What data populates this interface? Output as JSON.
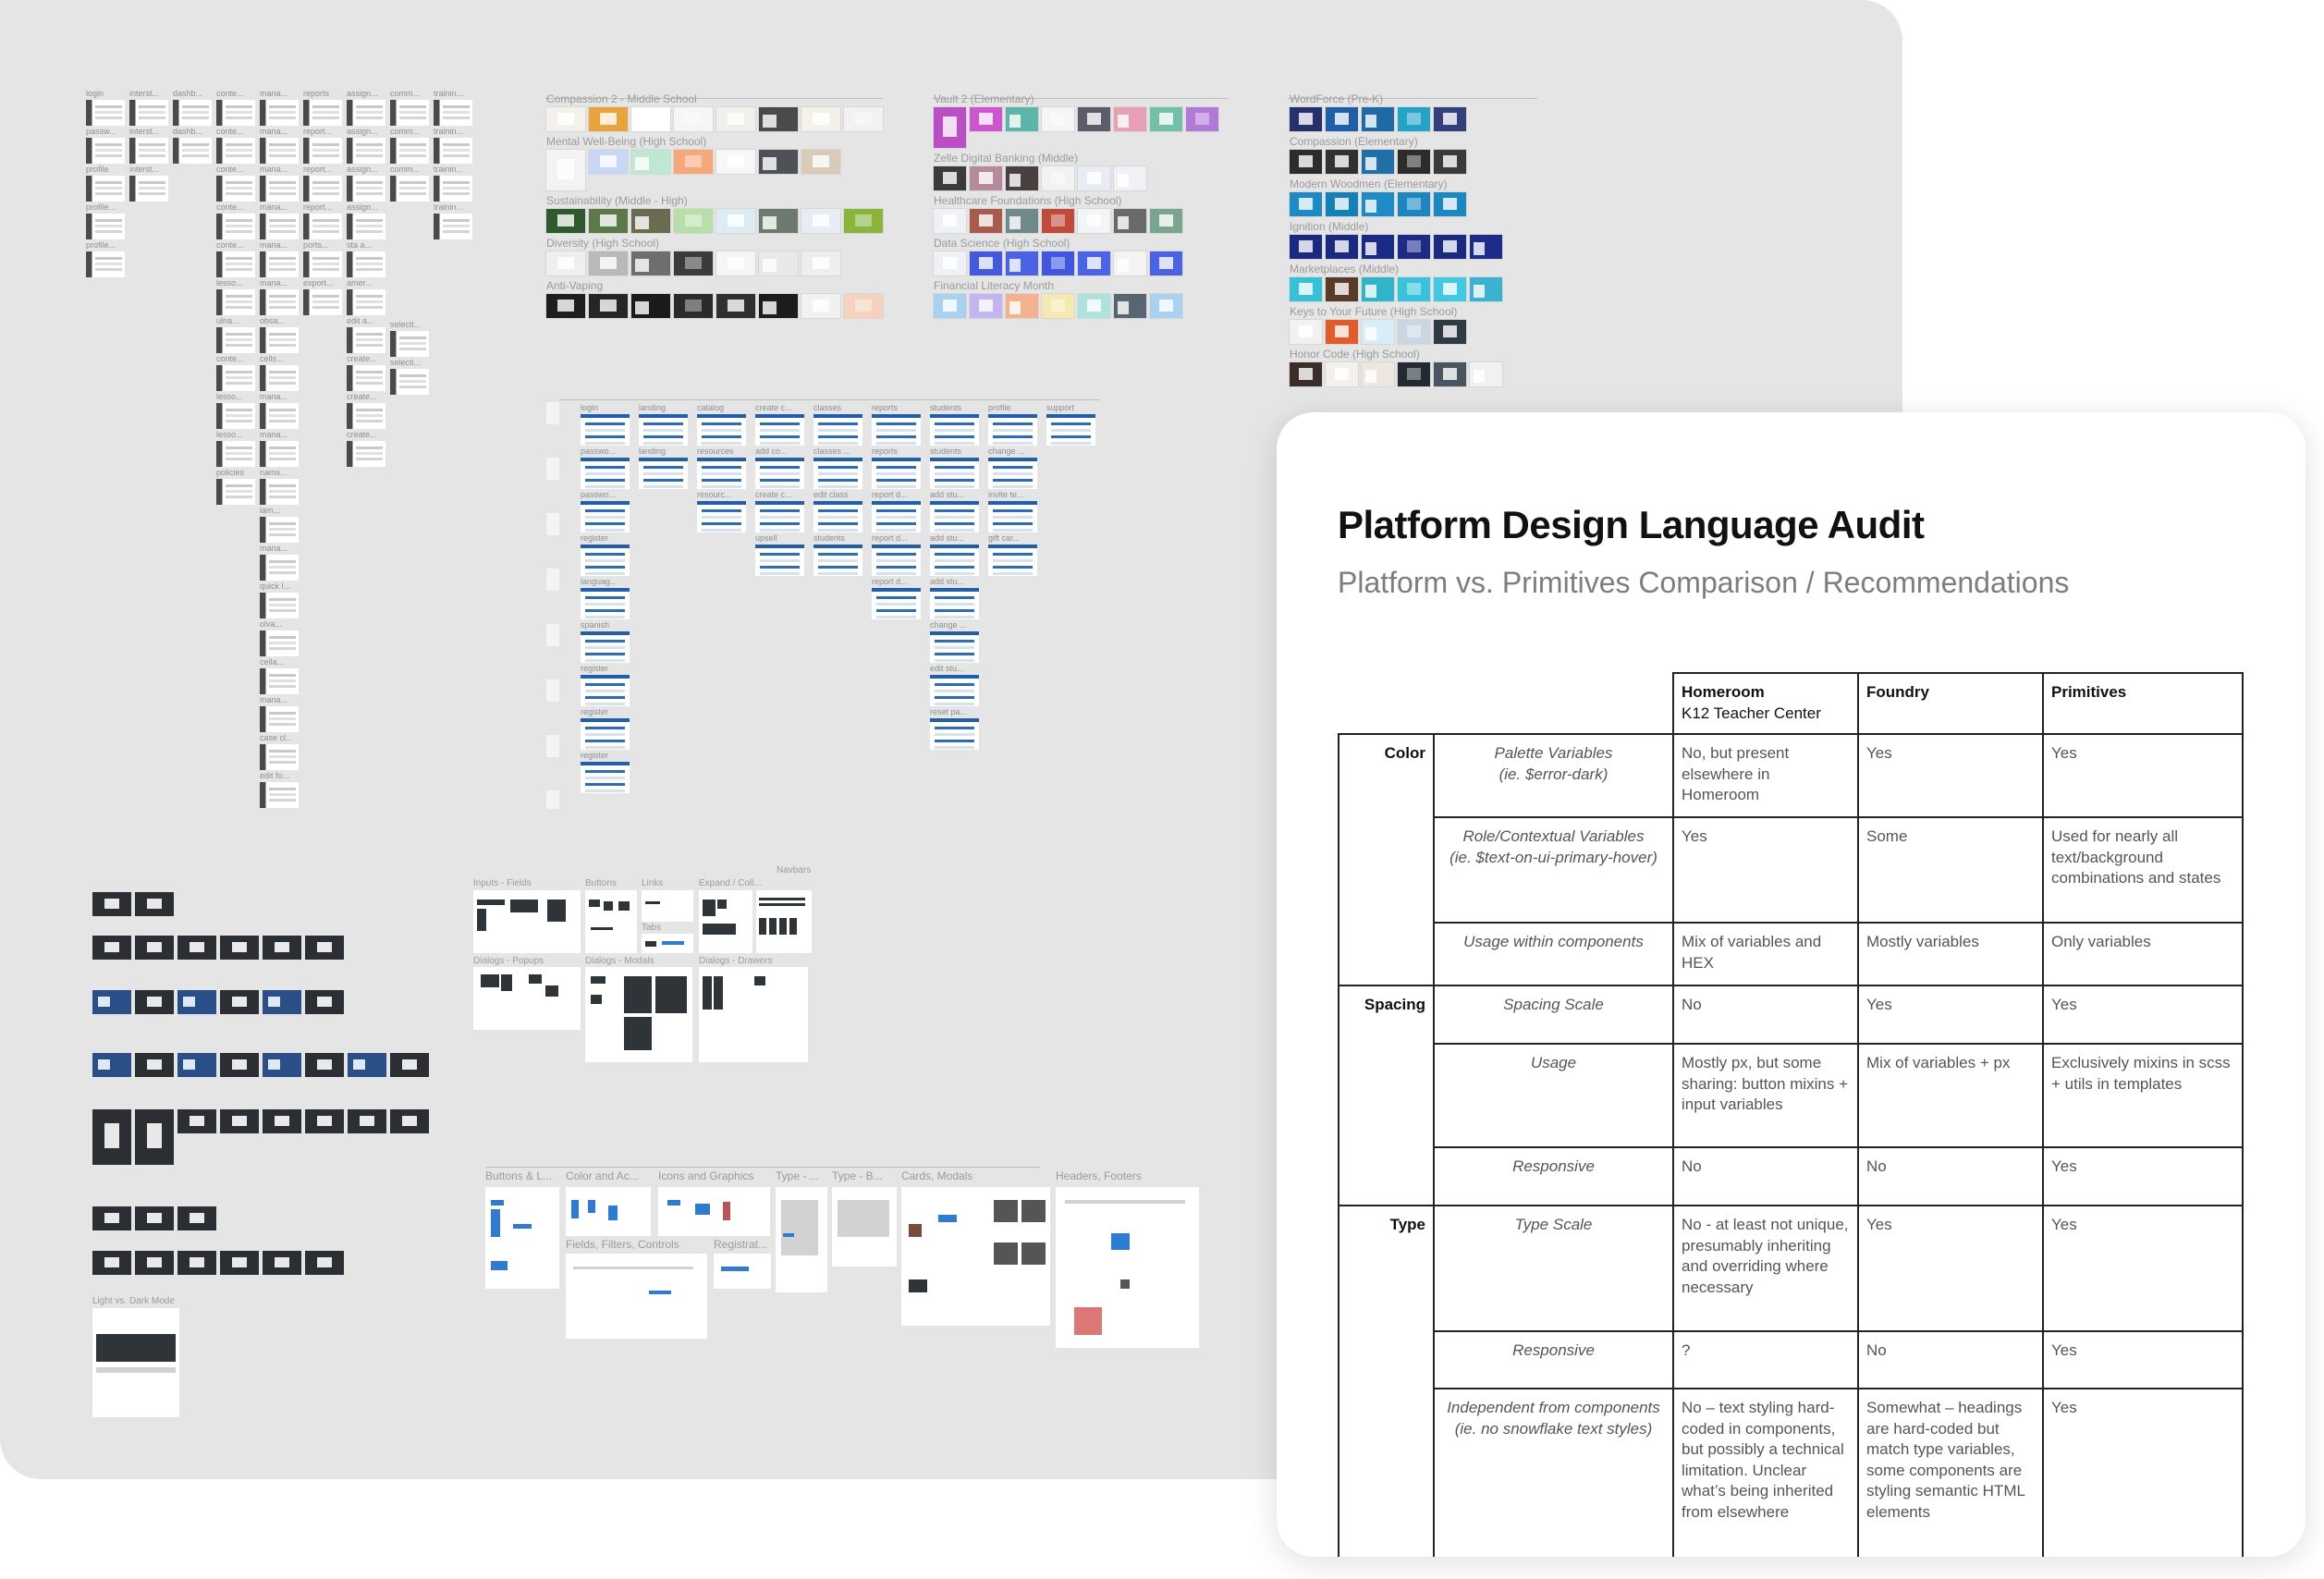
{
  "canvas": {
    "homeroom_columns": [
      {
        "label": "login",
        "items": [
          "passw...",
          "profile",
          "profile...",
          "profile..."
        ]
      },
      {
        "label": "interst...",
        "items": [
          "interst...",
          "interst..."
        ]
      },
      {
        "label": "dashb...",
        "items": [
          "dashb..."
        ]
      },
      {
        "label": "conte...",
        "items": [
          "conte...",
          "conte...",
          "conte...",
          "conte...",
          "lesso...",
          "ulna...",
          "conte...",
          "lesso...",
          "lesso...",
          "policies"
        ]
      },
      {
        "label": "mana...",
        "items": [
          "mana...",
          "mana...",
          "mana...",
          "mana...",
          "mana...",
          "obsa...",
          "cells...",
          "mana...",
          "mana...",
          "nams...",
          "lam...",
          "mana...",
          "quick l...",
          "olva...",
          "cella...",
          "mana...",
          "case cl...",
          "edit fo..."
        ]
      },
      {
        "label": "reports",
        "items": [
          "report...",
          "report...",
          "report...",
          "ports...",
          "export..."
        ]
      },
      {
        "label": "assign...",
        "items": [
          "assign...",
          "assign...",
          "assign...",
          "sta a...",
          "amer...",
          "edit a...",
          "create...",
          "create...",
          "create..."
        ]
      },
      {
        "label": "comm...",
        "items": [
          "comm...",
          "comm..."
        ]
      },
      {
        "label": "trainin...",
        "items": [
          "trainin...",
          "trainin...",
          "trainin..."
        ]
      },
      {
        "label": "selecti...",
        "items": [
          "selecti..."
        ]
      }
    ],
    "campaign_rows": [
      {
        "label": "Compassion 2 - Middle School",
        "thumbs": [
          "#f4f1ea",
          "#e8a33b",
          "#ffffff",
          "#f6f6f6",
          "#f1efe9",
          "#4a4a4a",
          "#f4f0ea",
          "#f2f2f2"
        ]
      },
      {
        "label": "Mental Well-Being (High School)",
        "thumbs": [
          "#f3f3f3",
          "#c9d7f7",
          "#bfe8d2",
          "#f7a878",
          "#f7f7f7",
          "#4e5258",
          "#d9cbb8"
        ]
      },
      {
        "label": "Sustainability (Middle - High)",
        "thumbs": [
          "#2f5a2d",
          "#5c7a48",
          "#6b6b4f",
          "#b7e0a8",
          "#dcecf2",
          "#6d7a6f",
          "#e8ecf5",
          "#88b53a"
        ]
      },
      {
        "label": "Diversity (High School)",
        "thumbs": [
          "#efefef",
          "#b9b9b9",
          "#6e6e6e",
          "#3b3b3b",
          "#f5f5f5",
          "#e9e9e9",
          "#eeeeee"
        ]
      },
      {
        "label": "Anti-Vaping",
        "thumbs": [
          "#1e1e1e",
          "#262626",
          "#1a1a1a",
          "#2b2b2b",
          "#303030",
          "#1c1c1c",
          "#f1f1f1",
          "#f6d1bd"
        ]
      }
    ],
    "elementary_rows": [
      {
        "label": "Vault 2 (Elementary)",
        "thumbs": [
          "#b94ec5",
          "#cc55d0",
          "#5bb5a8",
          "#f5f5f5",
          "#5b5b6b",
          "#e7a0b5",
          "#72c0a8",
          "#b07ad6"
        ]
      },
      {
        "label": "Zelle Digital Banking (Middle)",
        "thumbs": [
          "#3b3b3b",
          "#b58a9c",
          "#4a4040",
          "#f2f2f2",
          "#e7edf3",
          "#f0f0f5"
        ]
      },
      {
        "label": "Healthcare Foundations (High School)",
        "thumbs": [
          "#eef2f4",
          "#a85b4a",
          "#6e8a8a",
          "#c04b3b",
          "#f2f4f7",
          "#6a6a6a",
          "#7aa58f"
        ]
      },
      {
        "label": "Data Science (High School)",
        "thumbs": [
          "#eef1f6",
          "#4359e0",
          "#4a62e6",
          "#3f57de",
          "#4b63e8",
          "#f3f3f3",
          "#4a62e6"
        ]
      },
      {
        "label": "Financial Literacy Month",
        "thumbs": [
          "#a9d1f2",
          "#c3b5ef",
          "#f5b08e",
          "#f4e9b3",
          "#aee2dc",
          "#596570",
          "#a9d1f2"
        ]
      }
    ],
    "prek_rows": [
      {
        "label": "WordForce (Pre-K)",
        "thumbs": [
          "#26306b",
          "#1e5fa8",
          "#1d6aa6",
          "#22a4c8",
          "#34407a"
        ]
      },
      {
        "label": "Compassion (Elementary)",
        "thumbs": [
          "#2c2c2c",
          "#313131",
          "#1f6fa8",
          "#2c2c2c",
          "#3a3a3a"
        ]
      },
      {
        "label": "Modern Woodmen (Elementary)",
        "thumbs": [
          "#1c8ac4",
          "#1480b8",
          "#1d8bc6",
          "#1b86bf",
          "#1a88c2"
        ]
      },
      {
        "label": "Ignition (Middle)",
        "thumbs": [
          "#1b2a80",
          "#1b2a80",
          "#1a2b86",
          "#1c2b85",
          "#1b2a80",
          "#1d2c8a"
        ]
      },
      {
        "label": "Marketplaces (Middle)",
        "thumbs": [
          "#35c1d8",
          "#5a3b28",
          "#2fb5c9",
          "#38c3dc",
          "#41c8e2",
          "#3bb3d0"
        ]
      },
      {
        "label": "Keys to Your Future (High School)",
        "thumbs": [
          "#f1f1f1",
          "#e45b2b",
          "#d9edf7",
          "#c8d7e2",
          "#2e3a44"
        ]
      },
      {
        "label": "Honor Code (High School)",
        "thumbs": [
          "#3a2d2a",
          "#f4f1ea",
          "#ece8df",
          "#232a33",
          "#4a5562",
          "#f1f1f1"
        ]
      }
    ],
    "k12_columns": [
      {
        "label": "login",
        "items": [
          "passwo...",
          "passwo...",
          "register",
          "languag...",
          "spanish",
          "register",
          "register",
          "register"
        ]
      },
      {
        "label": "landing",
        "items": [
          "landing"
        ]
      },
      {
        "label": "catalog",
        "items": [
          "resources",
          "resourc..."
        ]
      },
      {
        "label": "create c...",
        "items": [
          "add co...",
          "create c...",
          "upsell"
        ]
      },
      {
        "label": "classes",
        "items": [
          "classes ...",
          "edit class",
          "students"
        ]
      },
      {
        "label": "reports",
        "items": [
          "reports",
          "report d...",
          "report d...",
          "report d..."
        ]
      },
      {
        "label": "students",
        "items": [
          "students",
          "add stu...",
          "add stu...",
          "add stu...",
          "change ...",
          "edit stu...",
          "reset pa..."
        ]
      },
      {
        "label": "profile",
        "items": [
          "change ...",
          "invite te...",
          "gift car..."
        ]
      },
      {
        "label": "support",
        "items": []
      }
    ],
    "dark_rows": [
      {
        "count": 2,
        "photo": false
      },
      {
        "count": 6,
        "photo": false
      },
      {
        "count": 6,
        "photo": true
      },
      {
        "count": 8,
        "photo": true
      },
      {
        "count": 8,
        "photo": false
      },
      {
        "count": 3,
        "photo": false
      },
      {
        "count": 6,
        "photo": false
      }
    ],
    "light_dark_label": "Light vs. Dark Mode",
    "component_boards": [
      "Inputs - Fields",
      "Buttons",
      "Links",
      "Tabs",
      "Expand / Coll...",
      "Navbars",
      "Dialogs - Popups",
      "Dialogs - Modals",
      "Dialogs - Drawers"
    ],
    "library_boards": [
      "Buttons & L...",
      "Color and Ac...",
      "Icons and Graphics",
      "Type - ...",
      "Type - B...",
      "Cards, Modals",
      "Headers, Footers",
      "Fields, Filters, Controls",
      "Registrat..."
    ]
  },
  "document": {
    "title": "Platform Design Language Audit",
    "subtitle": "Platform vs. Primitives Comparison / Recommendations",
    "headers": {
      "homeroom": "Homeroom",
      "homeroom_sub": "K12 Teacher Center",
      "foundry": "Foundry",
      "primitives": "Primitives"
    },
    "sections": [
      {
        "category": "Color",
        "rows": [
          {
            "criterion": "Palette Variables",
            "note": "(ie. $error-dark)",
            "homeroom": "No, but present elsewhere in Homeroom",
            "foundry": "Yes",
            "primitives": "Yes"
          },
          {
            "criterion": "Role/Contextual Variables",
            "note": "(ie. $text-on-ui-primary-hover)",
            "homeroom": "Yes",
            "foundry": "Some",
            "primitives": "Used for nearly all text/background combinations and states"
          },
          {
            "criterion": "Usage within components",
            "note": "",
            "homeroom": "Mix of variables and HEX",
            "foundry": "Mostly variables",
            "primitives": "Only variables"
          }
        ]
      },
      {
        "category": "Spacing",
        "rows": [
          {
            "criterion": "Spacing Scale",
            "note": "",
            "homeroom": "No",
            "foundry": "Yes",
            "primitives": "Yes"
          },
          {
            "criterion": "Usage",
            "note": "",
            "homeroom": "Mostly px, but some sharing: button mixins + input variables",
            "foundry": "Mix of variables + px",
            "primitives": "Exclusively mixins in scss + utils in templates"
          },
          {
            "criterion": "Responsive",
            "note": "",
            "homeroom": "No",
            "foundry": "No",
            "primitives": "Yes"
          }
        ]
      },
      {
        "category": "Type",
        "rows": [
          {
            "criterion": "Type Scale",
            "note": "",
            "homeroom": "No - at least not unique, presumably inheriting and overriding where necessary",
            "foundry": "Yes",
            "primitives": "Yes"
          },
          {
            "criterion": "Responsive",
            "note": "",
            "homeroom": "?",
            "foundry": "No",
            "primitives": "Yes"
          },
          {
            "criterion": "Independent from components",
            "note": "(ie. no snowflake text styles)",
            "homeroom": "No – text styling hard-coded in components, but possibly a technical limitation. Unclear what’s being inherited from elsewhere",
            "foundry": "Somewhat – headings are hard-coded but match type variables, some components are styling semantic HTML elements",
            "primitives": "Yes"
          }
        ]
      }
    ]
  }
}
